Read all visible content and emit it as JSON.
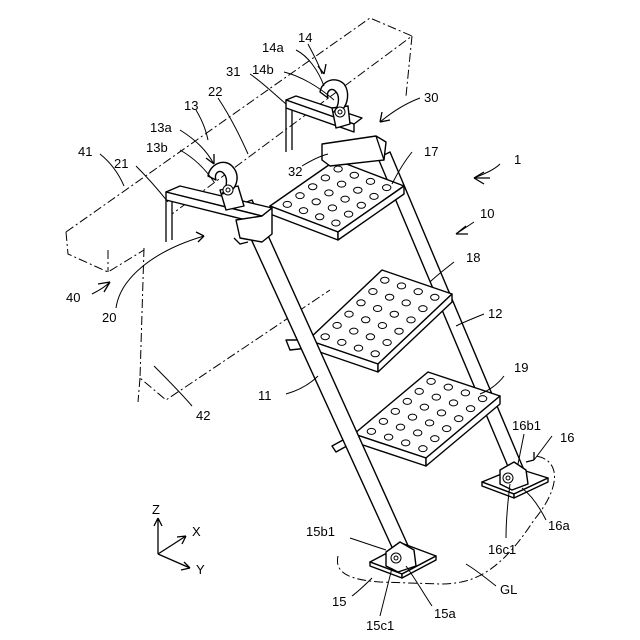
{
  "labels": {
    "l1": "1",
    "l10": "10",
    "l11": "11",
    "l12": "12",
    "l13": "13",
    "l13a": "13a",
    "l13b": "13b",
    "l14": "14",
    "l14a": "14a",
    "l14b": "14b",
    "l15": "15",
    "l15a": "15a",
    "l15b1": "15b1",
    "l15c1": "15c1",
    "l16": "16",
    "l16a": "16a",
    "l16b1": "16b1",
    "l16c1": "16c1",
    "l17": "17",
    "l18": "18",
    "l19": "19",
    "l20": "20",
    "l21": "21",
    "l22": "22",
    "l30": "30",
    "l31": "31",
    "l32": "32",
    "l40": "40",
    "l41": "41",
    "l42": "42",
    "lGL": "GL"
  },
  "axes": {
    "z": "Z",
    "x": "X",
    "y": "Y"
  },
  "colors": {
    "line": "#000000",
    "background": "#ffffff"
  }
}
